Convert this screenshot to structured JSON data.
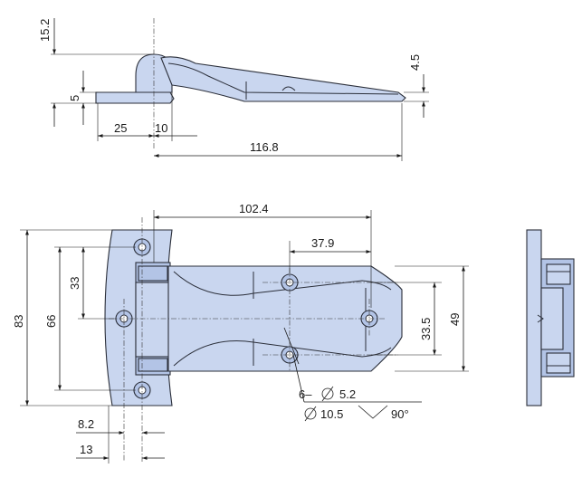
{
  "dimensions": {
    "top_height": "15.2",
    "top_thickness": "5",
    "top_end_thickness": "4.5",
    "top_25": "25",
    "top_10": "10",
    "top_length": "116.8",
    "front_102": "102.4",
    "front_37": "37.9",
    "front_83": "83",
    "front_66": "66",
    "front_33": "33",
    "front_335": "33.5",
    "front_49": "49",
    "front_82": "8.2",
    "front_13": "13"
  },
  "hole_note": {
    "line1_prefix": "6–",
    "line1_value": "5.2",
    "line2_value": "10.5",
    "angle": "90°"
  },
  "colors": {
    "part_fill": "#c9d6ef",
    "part_shadow": "#b3c4e6",
    "outline": "#2b2f3a"
  }
}
